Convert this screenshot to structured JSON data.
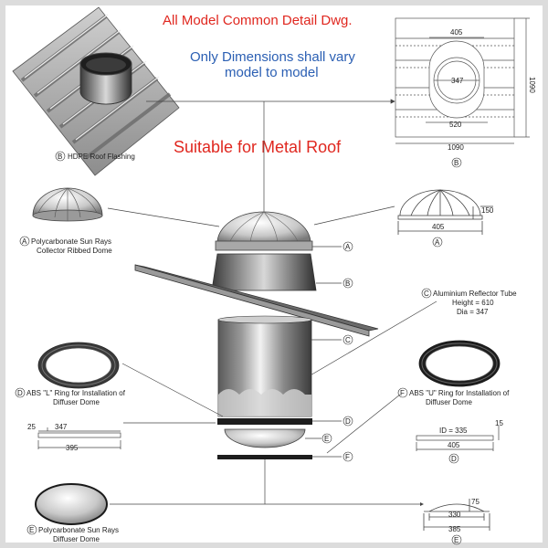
{
  "header": {
    "title": "All Model Common Detail Dwg.",
    "note_line1": "Only Dimensions shall vary",
    "note_line2": "model to model",
    "subtitle": "Suitable for Metal Roof"
  },
  "parts": {
    "flashing": {
      "marker": "B",
      "label": "HDPE Roof Flashing"
    },
    "collector_dome": {
      "marker": "A",
      "label_line1": "Polycarbonate Sun Rays",
      "label_line2": "Collector Ribbed Dome"
    },
    "reflector_tube": {
      "marker": "C",
      "label_line1": "Aluminium Reflector Tube",
      "label_line2": "Height = 610",
      "label_line3": "Dia = 347"
    },
    "l_ring": {
      "marker": "D",
      "label_line1": "ABS \"L\" Ring for Installation of",
      "label_line2": "Diffuser Dome"
    },
    "u_ring": {
      "marker": "F",
      "label_line1": "ABS \"U\" Ring for Installation of",
      "label_line2": "Diffuser Dome"
    },
    "diffuser_dome": {
      "marker": "E",
      "label_line1": "Polycarbonate Sun Rays",
      "label_line2": "Diffuser Dome"
    }
  },
  "callouts": [
    "A",
    "B",
    "C",
    "D",
    "E",
    "F"
  ],
  "dims": {
    "flash_top": "405",
    "flash_hole": "347",
    "flash_bottom": "520",
    "flash_width": "1090",
    "flash_height": "1090",
    "flash_marker": "B",
    "dome_height": "150",
    "dome_width": "405",
    "dome_marker": "A",
    "lring_flange": "25",
    "lring_inner": "347",
    "lring_outer": "395",
    "uring_id": "ID = 335",
    "uring_height": "15",
    "uring_outer": "405",
    "uring_marker": "D",
    "diff_height": "75",
    "diff_inner": "330",
    "diff_outer": "385",
    "diff_marker": "E"
  },
  "colors": {
    "title": "#e0271f",
    "note": "#2b5fb3",
    "frame": "#dcdcdc"
  }
}
